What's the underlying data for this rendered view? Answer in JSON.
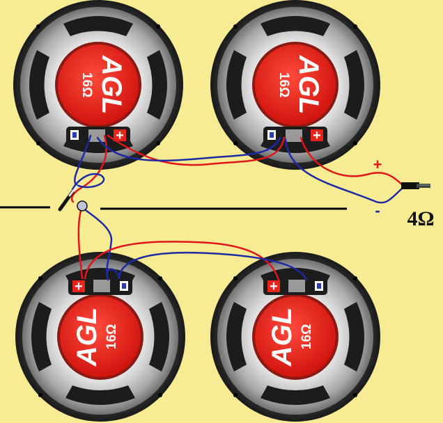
{
  "colors": {
    "background": "#f7eb93",
    "cone_red": "#e8231b",
    "wire_red": "#e0161b",
    "wire_blue": "#1d2aa3",
    "terminal_blue": "#2b3db5"
  },
  "speakers": [
    {
      "brand": "AGL",
      "impedance": "16Ω",
      "pos_sign": "+",
      "neg_sign": "-"
    },
    {
      "brand": "AGL",
      "impedance": "16Ω",
      "pos_sign": "+",
      "neg_sign": "-"
    },
    {
      "brand": "AGL",
      "impedance": "16Ω",
      "pos_sign": "+",
      "neg_sign": "-"
    },
    {
      "brand": "AGL",
      "impedance": "16Ω",
      "pos_sign": "+",
      "neg_sign": "-"
    }
  ],
  "output": {
    "plus_label": "+",
    "minus_label": "-",
    "total_impedance": "4Ω"
  }
}
